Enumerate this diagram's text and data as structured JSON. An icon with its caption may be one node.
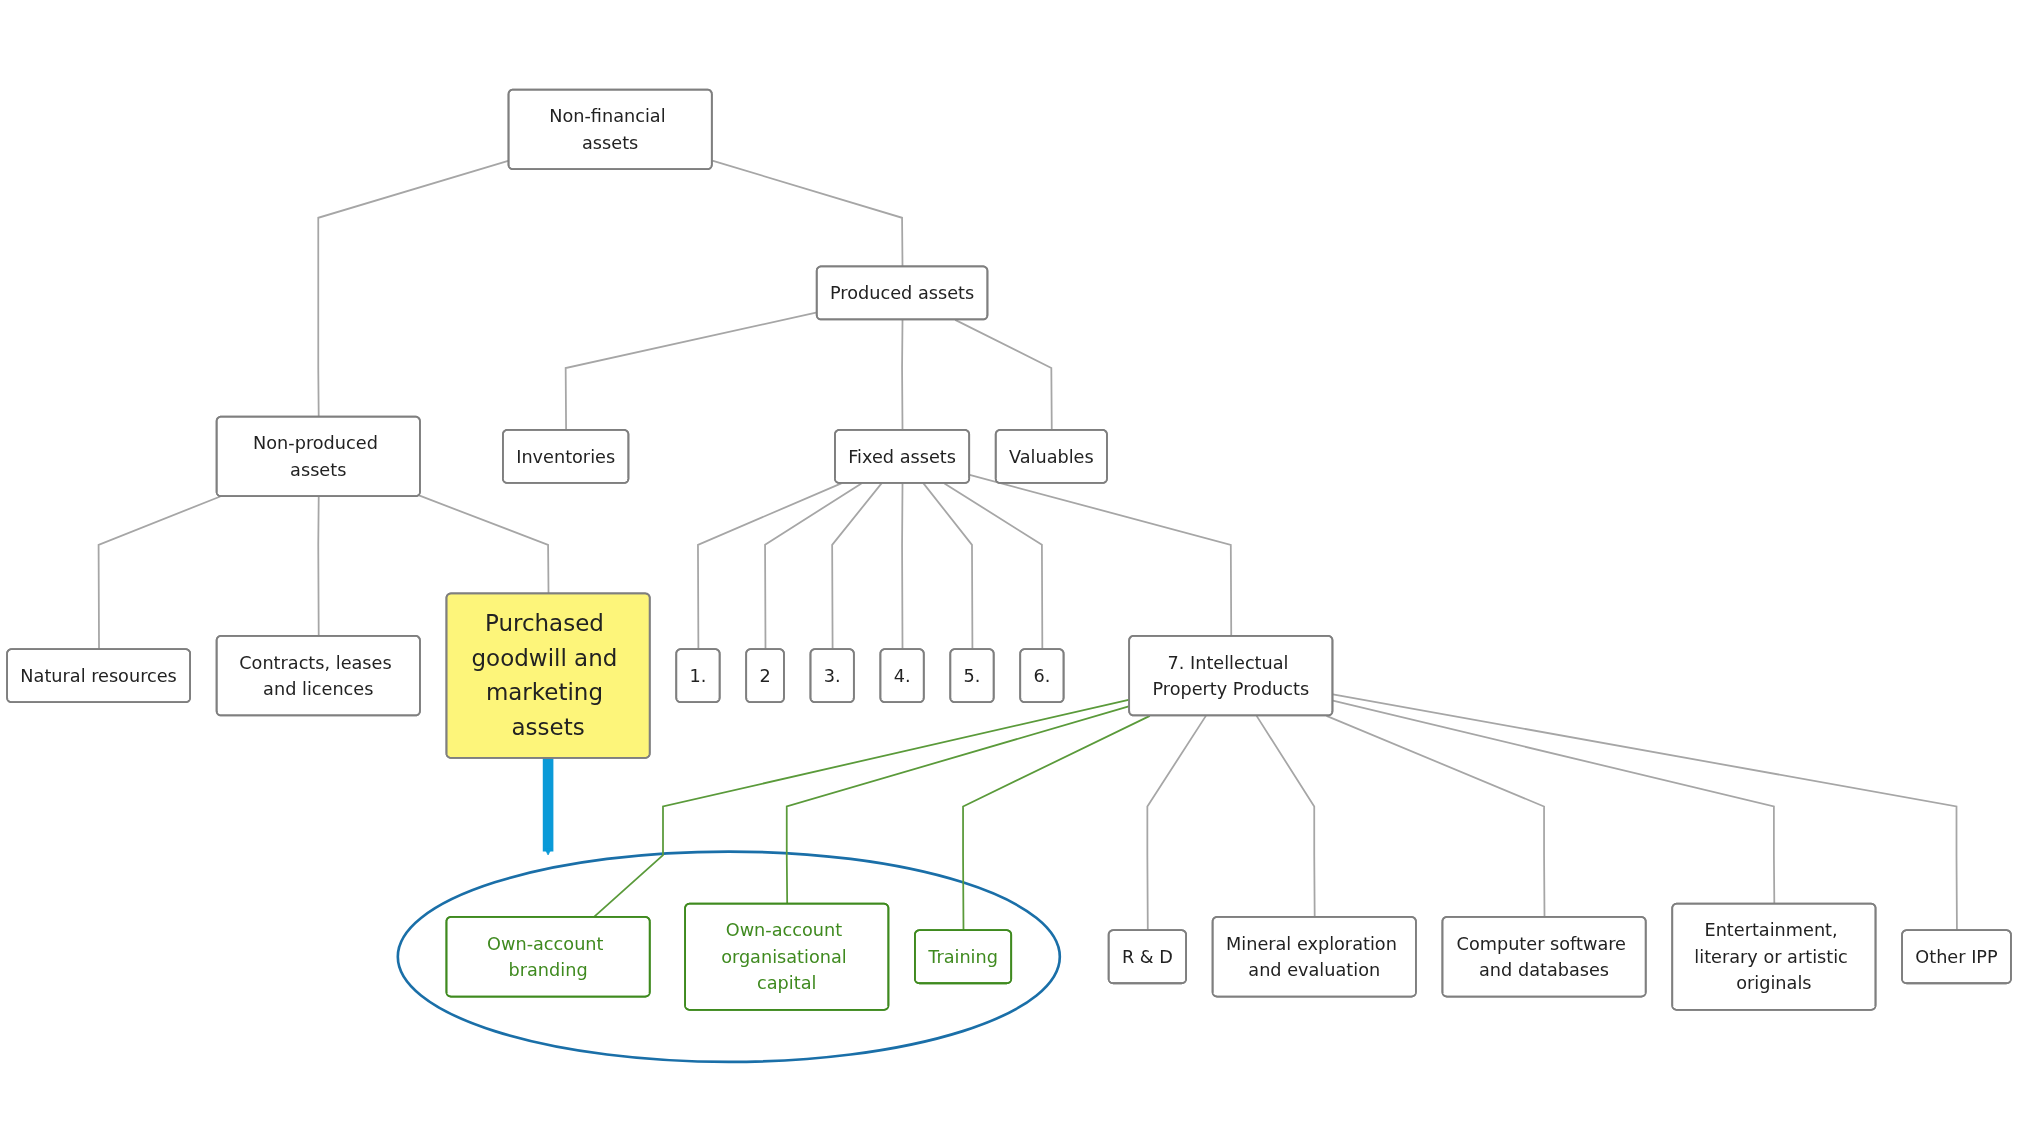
{
  "diagram": {
    "nodes": [
      {
        "text": [
          "Non-financial assets"
        ]
      },
      {
        "text": [
          "Produced assets"
        ]
      },
      {
        "text": [
          "Non-produced assets"
        ]
      },
      {
        "text": [
          "Inventories"
        ]
      },
      {
        "text": [
          "Fixed assets"
        ]
      },
      {
        "text": [
          "Valuables"
        ]
      },
      {
        "text": [
          "Natural resources"
        ]
      },
      {
        "text": [
          "Contracts, leases and licences"
        ]
      },
      {
        "text": [
          "Purchased goodwill and marketing assets"
        ]
      },
      {
        "text": [
          "1."
        ]
      },
      {
        "text": [
          "2"
        ]
      },
      {
        "text": [
          "3."
        ]
      },
      {
        "text": [
          "4."
        ]
      },
      {
        "text": [
          "5."
        ]
      },
      {
        "text": [
          "6."
        ]
      },
      {
        "text": [
          "7. Intellectual Property Products"
        ]
      },
      {
        "text": [
          "R & D"
        ]
      },
      {
        "text": [
          "Mineral exploration and evaluation"
        ]
      },
      {
        "text": [
          "Computer software and databases"
        ]
      },
      {
        "text": [
          "Entertainment, literary or artistic originals"
        ]
      },
      {
        "text": [
          "Other IPP"
        ]
      },
      {
        "text": [],
        "shape": "ellipse"
      },
      {
        "text": [
          "Own-account branding"
        ],
        "in": 21
      },
      {
        "text": [
          "Own-account organisational capital"
        ],
        "in": 21
      },
      {
        "text": [
          "Training"
        ],
        "in": 21
      }
    ],
    "edges": [
      {
        "from": 0,
        "to": 1,
        "arrow": "none"
      },
      {
        "from": 0,
        "to": 2,
        "arrow": "none"
      },
      {
        "from": 1,
        "to": 3,
        "arrow": "none"
      },
      {
        "from": 1,
        "to": 4,
        "arrow": "none"
      },
      {
        "from": 1,
        "to": 5,
        "arrow": "none"
      },
      {
        "from": 2,
        "to": 6,
        "arrow": "none"
      },
      {
        "from": 2,
        "to": 7,
        "arrow": "none"
      },
      {
        "from": 2,
        "to": 8,
        "arrow": "none"
      },
      {
        "from": 4,
        "to": 9,
        "arrow": "none"
      },
      {
        "from": 4,
        "to": 10,
        "arrow": "none"
      },
      {
        "from": 4,
        "to": 11,
        "arrow": "none"
      },
      {
        "from": 4,
        "to": 12,
        "arrow": "none"
      },
      {
        "from": 4,
        "to": 13,
        "arrow": "none"
      },
      {
        "from": 4,
        "to": 14,
        "arrow": "none"
      },
      {
        "from": 4,
        "to": 15,
        "arrow": "none"
      },
      {
        "from": 15,
        "to": 16,
        "arrow": "none"
      },
      {
        "from": 15,
        "to": 17,
        "arrow": "none"
      },
      {
        "from": 15,
        "to": 18,
        "arrow": "none"
      },
      {
        "from": 15,
        "to": 19,
        "arrow": "none"
      },
      {
        "from": 15,
        "to": 20,
        "arrow": "none"
      },
      {
        "from": 15,
        "to": 22,
        "arrow": "none",
        "color": "#5a9a3a"
      },
      {
        "from": 15,
        "to": 23,
        "arrow": "none",
        "color": "#5a9a3a"
      },
      {
        "from": 15,
        "to": 24,
        "arrow": "none",
        "color": "#5a9a3a"
      },
      {
        "from": 8,
        "to": 21,
        "arrow": "to",
        "style": "thick",
        "color": "#0a9ad8"
      }
    ]
  }
}
